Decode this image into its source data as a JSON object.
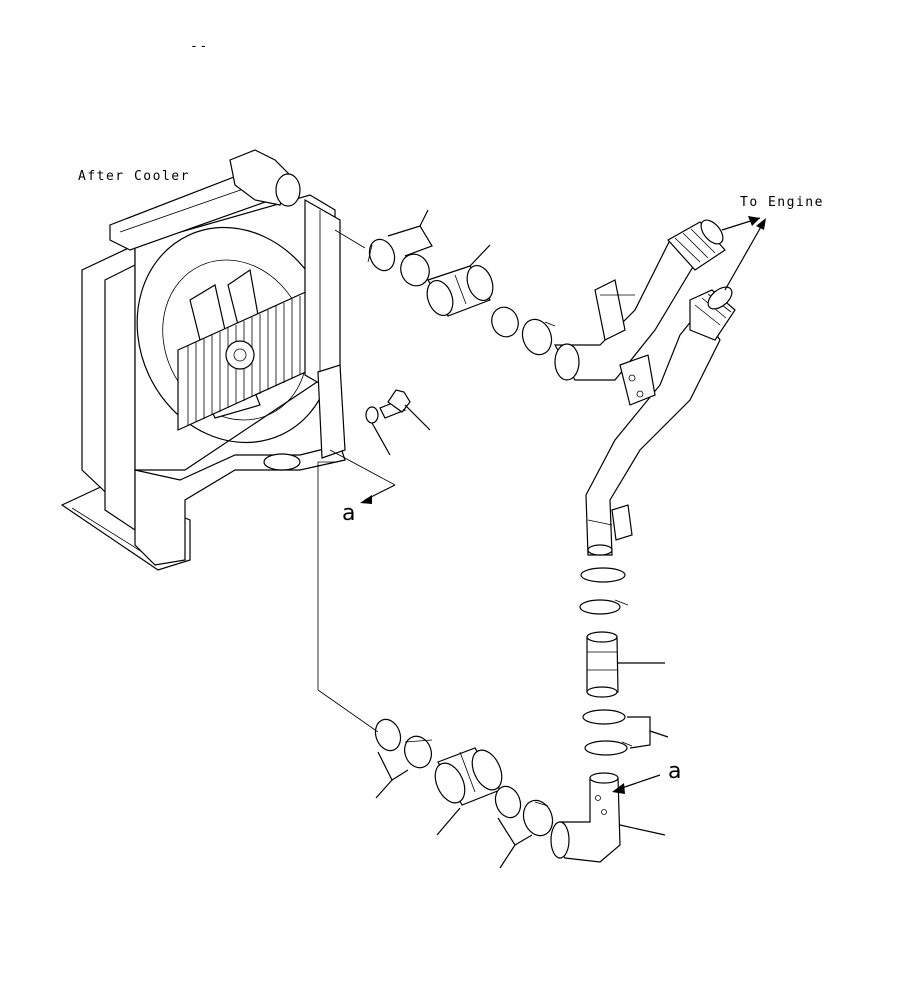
{
  "diagram": {
    "header_mark": "--",
    "label_after_cooler": "After Cooler",
    "label_to_engine": "To Engine",
    "view_marker_left": "a",
    "view_marker_right": "a"
  }
}
